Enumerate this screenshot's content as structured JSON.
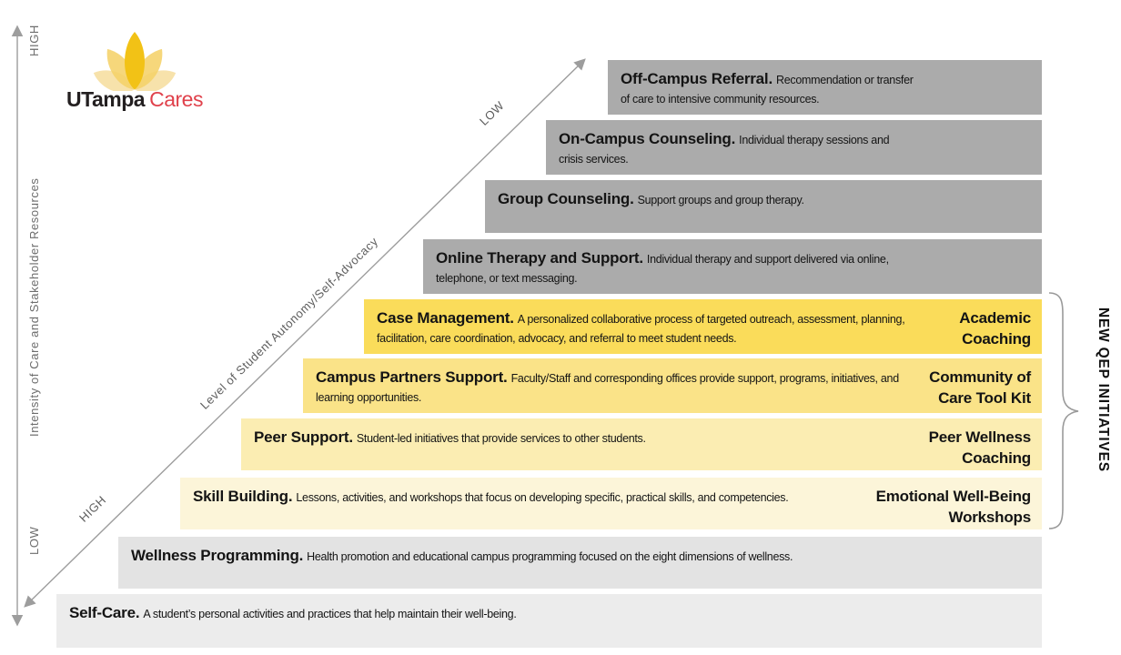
{
  "logo": {
    "brand_bold": "UTampa",
    "brand_accent": "Cares"
  },
  "left_axis": {
    "label": "Intensity of Care and Stakeholder Resources",
    "high": "HIGH",
    "low": "LOW"
  },
  "diagonal_axis": {
    "label": "Level of Student Autonomy/Self-Advocacy",
    "high": "HIGH",
    "low": "LOW"
  },
  "qep": {
    "label": "NEW QEP INITIATIVES"
  },
  "rows": [
    {
      "id": "off-campus-referral",
      "title": "Off-Campus Referral.",
      "description": "Recommendation or transfer of care to intensive community resources."
    },
    {
      "id": "on-campus-counseling",
      "title": "On-Campus Counseling.",
      "description": "Individual therapy sessions and crisis services."
    },
    {
      "id": "group-counseling",
      "title": "Group Counseling.",
      "description": "Support groups and group therapy."
    },
    {
      "id": "online-therapy-and-support",
      "title": "Online Therapy and Support.",
      "description": "Individual therapy and support delivered via online, telephone, or text messaging."
    },
    {
      "id": "case-management",
      "title": "Case Management.",
      "description": "A personalized collaborative process of targeted outreach, assessment, planning, facilitation, care coordination, advocacy, and referral to meet student needs.",
      "right_label": "Academic Coaching"
    },
    {
      "id": "campus-partners-support",
      "title": "Campus Partners Support.",
      "description": "Faculty/Staff and corresponding offices provide support, programs, initiatives, and learning opportunities.",
      "right_label": "Community of Care Tool Kit"
    },
    {
      "id": "peer-support",
      "title": "Peer Support.",
      "description": "Student-led initiatives that provide services to other students.",
      "right_label": "Peer Wellness Coaching"
    },
    {
      "id": "skill-building",
      "title": "Skill Building.",
      "description": "Lessons, activities, and workshops that focus on developing specific, practical skills, and competencies.",
      "right_label": "Emotional Well-Being Workshops"
    },
    {
      "id": "wellness-programming",
      "title": "Wellness Programming.",
      "description": "Health promotion and educational campus programming focused on the eight dimensions of wellness."
    },
    {
      "id": "self-care",
      "title": "Self-Care.",
      "description": "A student’s personal activities and practices that help maintain their well-being."
    }
  ],
  "colors": {
    "gray_tier": "#ababab",
    "yellow_tier_1": "#fadc5a",
    "yellow_tier_2": "#fae388",
    "yellow_tier_3": "#fbedb2",
    "yellow_tier_4": "#fcf5d9",
    "light_gray_tier_1": "#e3e3e3",
    "light_gray_tier_2": "#ececec",
    "axis_gray": "#9d9d9d",
    "logo_red": "#e0414b",
    "logo_yellow": "#f2c216"
  }
}
